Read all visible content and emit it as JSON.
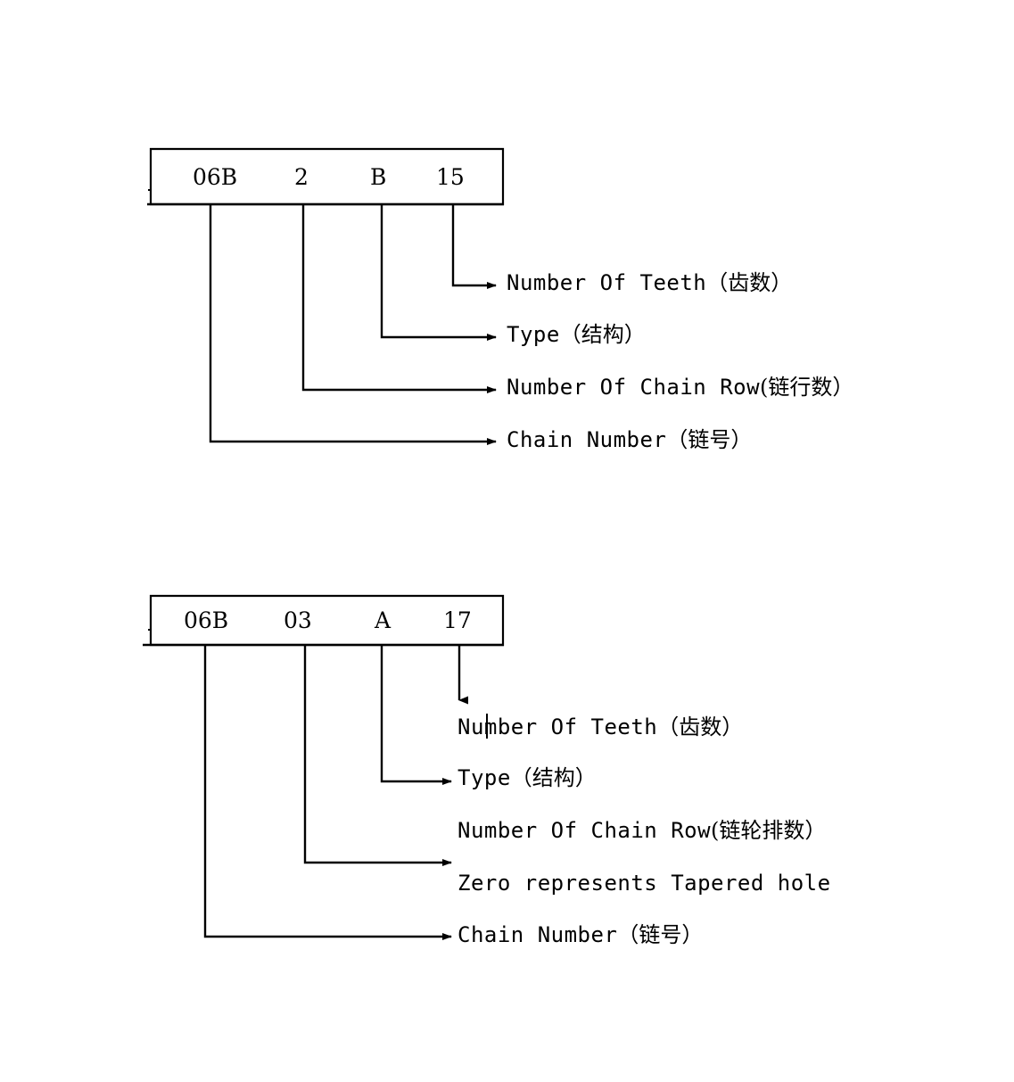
{
  "page": {
    "title": "Sprocket Model Designation Diagram",
    "background_color": "#ffffff",
    "line_color": "#000000",
    "text_color": "#000000"
  },
  "diagrams": [
    {
      "id": "diagram-1",
      "code_cells": [
        {
          "name": "chain-number-code",
          "value": "06B"
        },
        {
          "name": "chain-row-code",
          "value": "2"
        },
        {
          "name": "type-code",
          "value": "B"
        },
        {
          "name": "teeth-code",
          "value": "15"
        }
      ],
      "callouts": [
        {
          "name": "callout-number-of-teeth",
          "en": "Number Of Teeth",
          "cjk": "（齿数）",
          "arrow": "right"
        },
        {
          "name": "callout-type",
          "en": "Type",
          "cjk": "（结构）",
          "arrow": "right"
        },
        {
          "name": "callout-number-of-chain-row",
          "en": "Number Of Chain Row",
          "cjk": "(链行数）",
          "arrow": "right"
        },
        {
          "name": "callout-chain-number",
          "en": "Chain Number",
          "cjk": "（链号）",
          "arrow": "right"
        }
      ]
    },
    {
      "id": "diagram-2",
      "code_cells": [
        {
          "name": "chain-number-code",
          "value": "06B"
        },
        {
          "name": "tapered-hole-code",
          "value": "03"
        },
        {
          "name": "type-code",
          "value": "A"
        },
        {
          "name": "teeth-code",
          "value": "17"
        }
      ],
      "callouts": [
        {
          "name": "callout-number-of-teeth",
          "en": "Number Of Teeth",
          "cjk": "（齿数）",
          "arrow": "down"
        },
        {
          "name": "callout-type",
          "en": "Type",
          "cjk": "（结构）",
          "arrow": "right"
        },
        {
          "name": "callout-number-of-chain-row",
          "en": "Number Of Chain Row",
          "cjk": "(链轮排数）",
          "arrow": "none"
        },
        {
          "name": "callout-zero-tapered-hole",
          "en": "Zero represents Tapered hole",
          "cjk": "",
          "arrow": "right"
        },
        {
          "name": "callout-chain-number",
          "en": "Chain Number",
          "cjk": "（链号）",
          "arrow": "right"
        }
      ]
    }
  ]
}
